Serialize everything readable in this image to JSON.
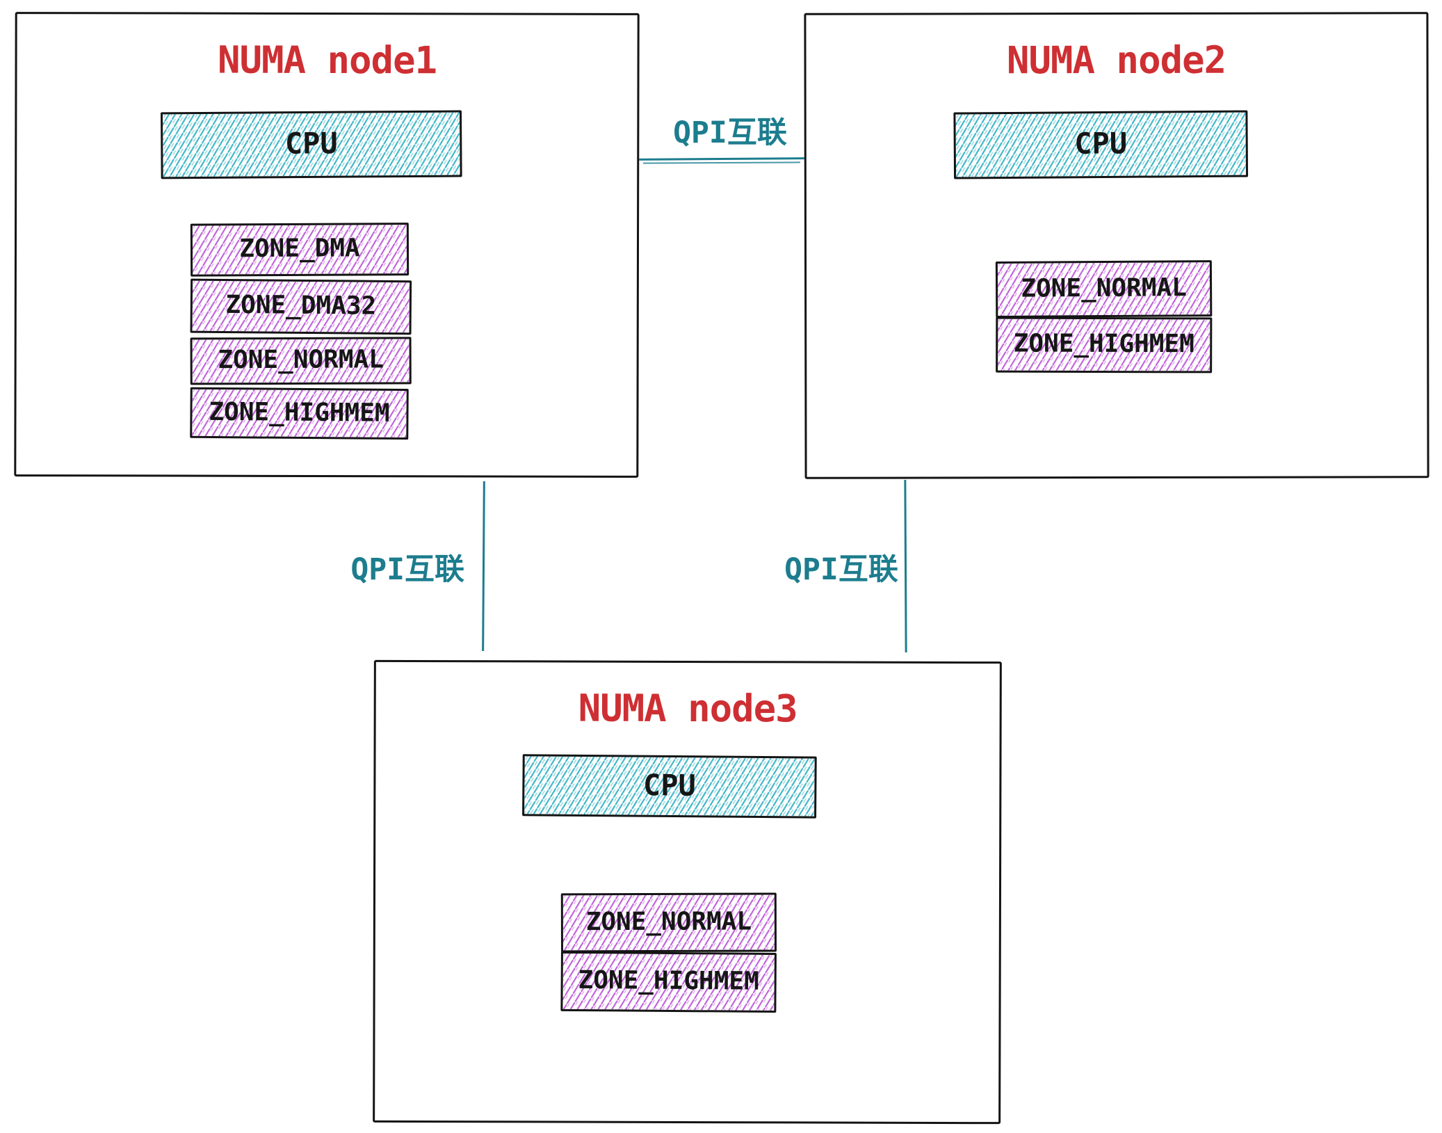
{
  "diagram": {
    "colors": {
      "node_title_red": "#ce2f33",
      "qpi_teal": "#1c7d8e",
      "cpu_hatch_cyan": "#3fb6c6",
      "zone_hatch_purple": "#bf63d9",
      "outline_black": "#141414"
    },
    "nodes": [
      {
        "title": "NUMA node1",
        "cpu": "CPU",
        "zones": [
          "ZONE_DMA",
          "ZONE_DMA32",
          "ZONE_NORMAL",
          "ZONE_HIGHMEM"
        ]
      },
      {
        "title": "NUMA node2",
        "cpu": "CPU",
        "zones": [
          "ZONE_NORMAL",
          "ZONE_HIGHMEM"
        ]
      },
      {
        "title": "NUMA node3",
        "cpu": "CPU",
        "zones": [
          "ZONE_NORMAL",
          "ZONE_HIGHMEM"
        ]
      }
    ],
    "links": [
      {
        "label": "QPI互联"
      },
      {
        "label": "QPI互联"
      },
      {
        "label": "QPI互联"
      }
    ]
  }
}
